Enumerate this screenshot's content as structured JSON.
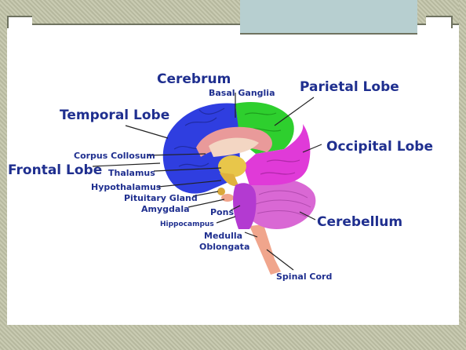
{
  "labels": {
    "cerebrum": "Cerebrum",
    "basal_ganglia": "Basal Ganglia",
    "parietal_lobe": "Parietal Lobe",
    "temporal_lobe": "Temporal Lobe",
    "occipital_lobe": "Occipital Lobe",
    "corpus_collosum": "Corpus Collosum",
    "frontal_lobe": "Frontal Lobe",
    "thalamus": "Thalamus",
    "hypothalamus": "Hypothalamus",
    "pituitary_gland": "Pituitary Gland",
    "amygdala": "Amygdala",
    "pons": "Pons",
    "hippocampus": "Hippocampus",
    "cerebellum": "Cerebellum",
    "medulla": "Medulla",
    "oblongata": "Oblongata",
    "spinal_cord": "Spinal Cord"
  },
  "colors": {
    "label_text": "#1f2f8f",
    "frontal": "#2f3ee0",
    "parietal": "#2ecf2e",
    "occipital": "#e03ad8",
    "cerebellum": "#d968d4",
    "brainstem": "#b33ad1",
    "spinal_cord": "#f0a58c",
    "inner": "#e99a9a",
    "thalamus": "#e8c64a"
  }
}
